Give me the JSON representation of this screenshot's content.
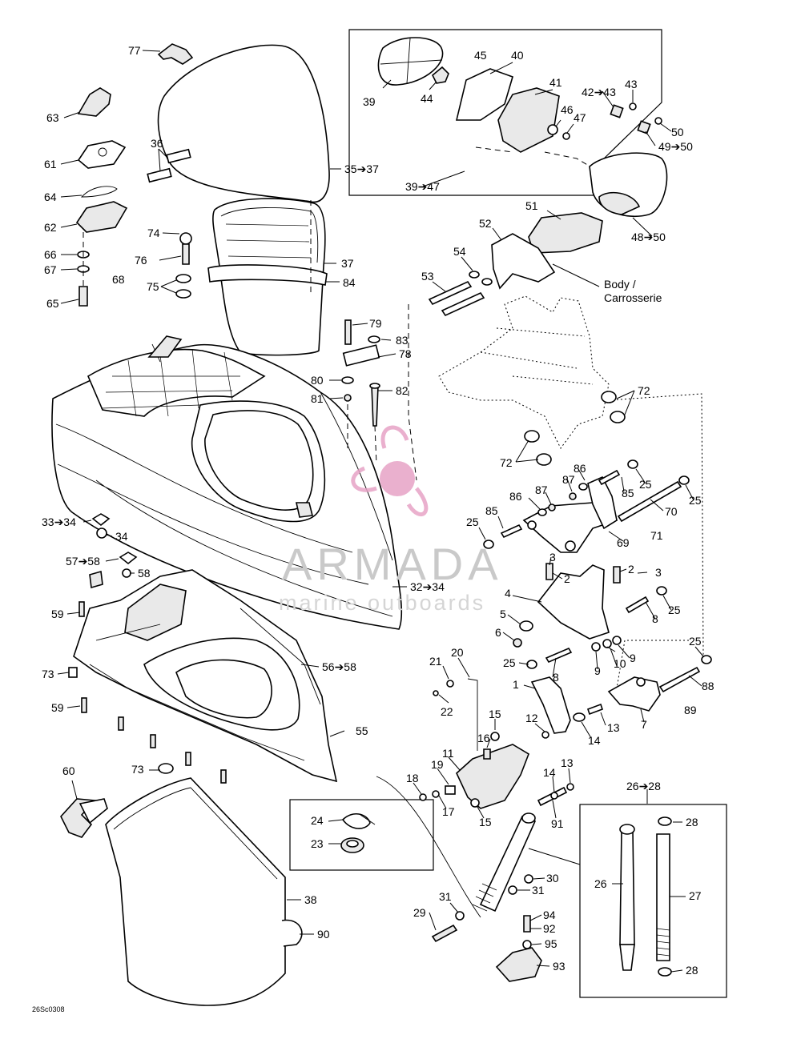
{
  "drawing_code": "26Sc0308",
  "watermark": {
    "brand": "ARMADA",
    "tagline": "marine outboards",
    "accent_color": "#e7a3c6",
    "text_color": "#c9c9c9"
  },
  "notes": {
    "body_label_line1": "Body /",
    "body_label_line2": "Carrosserie"
  },
  "glyphs": {
    "arrow": "➔",
    "drop": "💧"
  },
  "callouts": [
    {
      "text": "77"
    },
    {
      "text": "63"
    },
    {
      "text": "61"
    },
    {
      "text": "64"
    },
    {
      "text": "62"
    },
    {
      "text": "66"
    },
    {
      "text": "67"
    },
    {
      "text": "68"
    },
    {
      "text": "65"
    },
    {
      "text": "36"
    },
    {
      "text": "35➔37"
    },
    {
      "text": "74"
    },
    {
      "text": "76"
    },
    {
      "text": "75"
    },
    {
      "text": "37"
    },
    {
      "text": "84"
    },
    {
      "text": "39"
    },
    {
      "text": "44"
    },
    {
      "text": "45"
    },
    {
      "text": "40"
    },
    {
      "text": "41"
    },
    {
      "text": "42➔43"
    },
    {
      "text": "43"
    },
    {
      "text": "46"
    },
    {
      "text": "47"
    },
    {
      "text": "50"
    },
    {
      "text": "49➔50"
    },
    {
      "text": "39➔47"
    },
    {
      "text": "51"
    },
    {
      "text": "48➔50"
    },
    {
      "text": "52"
    },
    {
      "text": "54"
    },
    {
      "text": "53"
    },
    {
      "text": "79"
    },
    {
      "text": "83"
    },
    {
      "text": "78"
    },
    {
      "text": "80"
    },
    {
      "text": "81"
    },
    {
      "text": "82"
    },
    {
      "text": "72"
    },
    {
      "text": "72"
    },
    {
      "text": "86"
    },
    {
      "text": "87"
    },
    {
      "text": "85"
    },
    {
      "text": "25"
    },
    {
      "text": "25"
    },
    {
      "text": "86"
    },
    {
      "text": "87"
    },
    {
      "text": "70"
    },
    {
      "text": "85"
    },
    {
      "text": "25"
    },
    {
      "text": "69"
    },
    {
      "text": "71"
    },
    {
      "text": "33➔34"
    },
    {
      "text": "34"
    },
    {
      "text": "57➔58"
    },
    {
      "text": "58"
    },
    {
      "text": "32➔34"
    },
    {
      "text": "3"
    },
    {
      "text": "2"
    },
    {
      "text": "2"
    },
    {
      "text": "3"
    },
    {
      "text": "4"
    },
    {
      "text": "5"
    },
    {
      "text": "6"
    },
    {
      "text": "8"
    },
    {
      "text": "25"
    },
    {
      "text": "9"
    },
    {
      "text": "10"
    },
    {
      "text": "9"
    },
    {
      "text": "8"
    },
    {
      "text": "25"
    },
    {
      "text": "25"
    },
    {
      "text": "88"
    },
    {
      "text": "89"
    },
    {
      "text": "7"
    },
    {
      "text": "59"
    },
    {
      "text": "73"
    },
    {
      "text": "56➔58"
    },
    {
      "text": "59"
    },
    {
      "text": "55"
    },
    {
      "text": "21"
    },
    {
      "text": "20"
    },
    {
      "text": "22"
    },
    {
      "text": "1"
    },
    {
      "text": "15"
    },
    {
      "text": "16"
    },
    {
      "text": "12"
    },
    {
      "text": "13"
    },
    {
      "text": "14"
    },
    {
      "text": "11"
    },
    {
      "text": "19"
    },
    {
      "text": "18"
    },
    {
      "text": "17"
    },
    {
      "text": "15"
    },
    {
      "text": "14"
    },
    {
      "text": "13"
    },
    {
      "text": "91"
    },
    {
      "text": "60"
    },
    {
      "text": "73"
    },
    {
      "text": "24"
    },
    {
      "text": "23"
    },
    {
      "text": "26➔28"
    },
    {
      "text": "28"
    },
    {
      "text": "26"
    },
    {
      "text": "27"
    },
    {
      "text": "28"
    },
    {
      "text": "38"
    },
    {
      "text": "90"
    },
    {
      "text": "30"
    },
    {
      "text": "31"
    },
    {
      "text": "31"
    },
    {
      "text": "29"
    },
    {
      "text": "94"
    },
    {
      "text": "92"
    },
    {
      "text": "95"
    },
    {
      "text": "93"
    }
  ]
}
